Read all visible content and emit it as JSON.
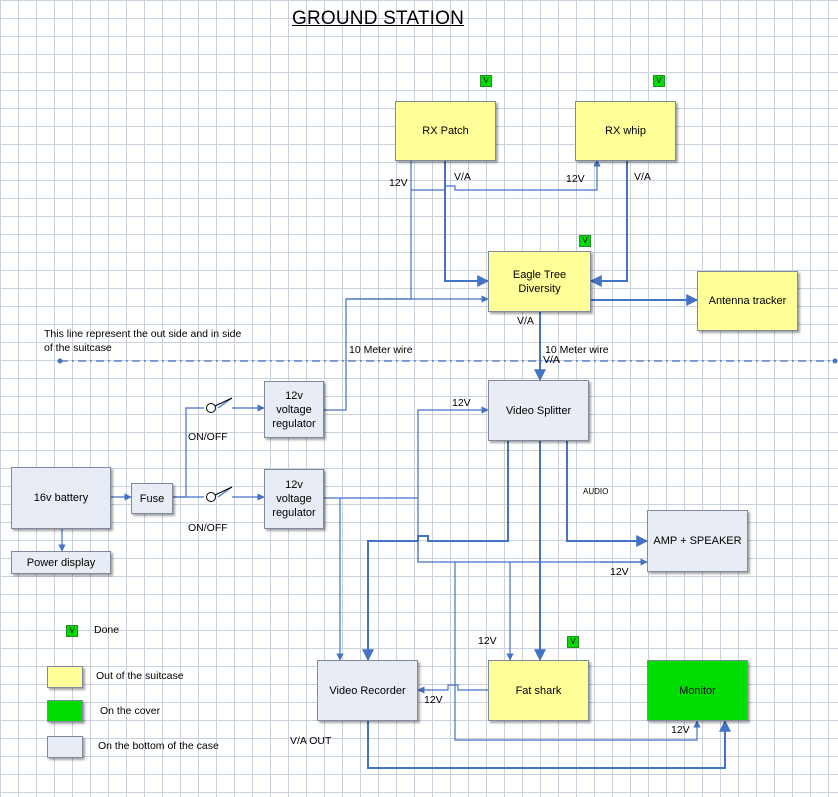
{
  "title": "GROUND STATION",
  "boxes": {
    "rx_patch": "RX Patch",
    "rx_whip": "RX whip",
    "eagle_tree": "Eagle Tree Diversity",
    "antenna_tracker": "Antenna tracker",
    "video_splitter": "Video Splitter",
    "regulator_top": "12v voltage regulator",
    "regulator_bottom": "12v voltage regulator",
    "battery": "16v battery",
    "fuse": "Fuse",
    "power_display": "Power display",
    "amp_speaker": "AMP + SPEAKER",
    "video_recorder": "Video Recorder",
    "fat_shark": "Fat shark",
    "monitor": "Monitor"
  },
  "badges": {
    "done_mark": "V"
  },
  "labels": {
    "twelve_v": "12V",
    "va": "V/A",
    "va_out": "V/A OUT",
    "ten_meter_wire": "10 Meter wire",
    "on_off": "ON/OFF",
    "audio": "AUDIO",
    "suitcase_note": "This line represent the out side and in side of the suitcase"
  },
  "legend": {
    "done": "Done",
    "out_of_suitcase": "Out of the suitcase",
    "on_cover": "On the cover",
    "on_bottom": "On the bottom of the case"
  },
  "colors": {
    "outside": "#ffff99",
    "cover": "#00dd00",
    "bottom": "#e8ecf4",
    "wire": "#4472c4"
  }
}
